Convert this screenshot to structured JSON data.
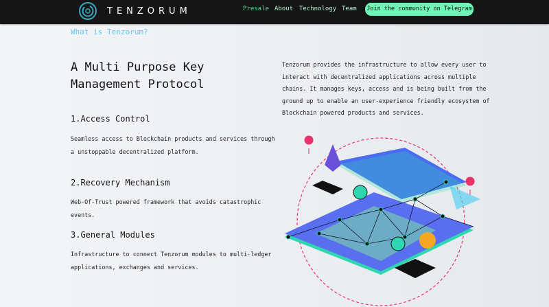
{
  "nav": {
    "brand": "TENZORUM",
    "links": [
      "Presale",
      "About",
      "Technology",
      "Team"
    ],
    "cta": "Join the community on Telegram"
  },
  "kicker": "What is Tenzorum?",
  "title": "A Multi Purpose Key Management Protocol",
  "intro": "Tenzorum provides the infrastructure to allow every user to interact with decentralized applications across multiple chains. It manages keys, access and is being built from the ground up to enable an user-experience friendly ecosystem of Blockchain powered products and services.",
  "sections": [
    {
      "title": "1.Access Control",
      "text": "Seamless access to Blockchain products and services through a unstoppable decentralized platform."
    },
    {
      "title": "2.Recovery Mechanism",
      "text": "Web-Of-Trust powered framework that avoids catastrophic events."
    },
    {
      "title": "3.General Modules",
      "text": "Infrastructure to connect Tenzorum modules to multi-ledger applications, exchanges and services."
    }
  ],
  "colors": {
    "accent": "#6ff5b8",
    "kicker": "#63c8f2",
    "link": "#6ff5b8"
  }
}
